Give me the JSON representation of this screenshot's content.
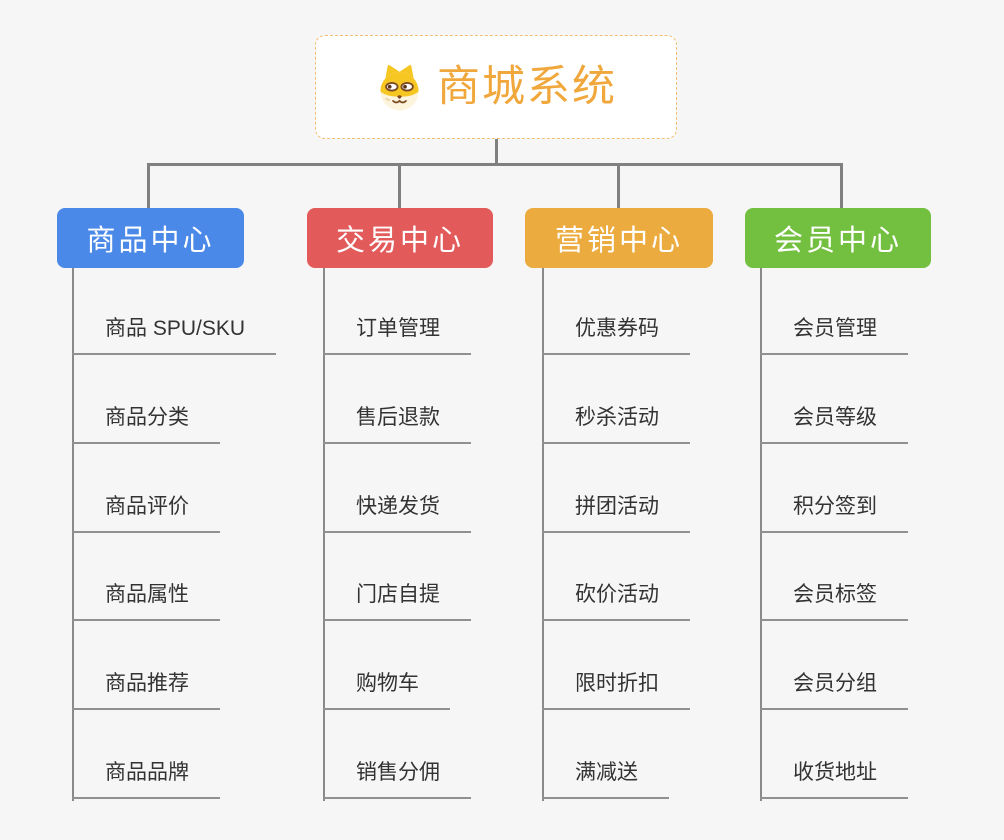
{
  "root": {
    "title": "商城系统",
    "icon": "doge-face-icon",
    "title_color": "#f0a73c",
    "border_color": "#f2bd6e",
    "background": "#ffffff"
  },
  "branches": [
    {
      "label": "商品中心",
      "color": "#4a89e8",
      "items": [
        "商品 SPU/SKU",
        "商品分类",
        "商品评价",
        "商品属性",
        "商品推荐",
        "商品品牌"
      ]
    },
    {
      "label": "交易中心",
      "color": "#e25a5a",
      "items": [
        "订单管理",
        "售后退款",
        "快递发货",
        "门店自提",
        "购物车",
        "销售分佣"
      ]
    },
    {
      "label": "营销中心",
      "color": "#ecab3f",
      "items": [
        "优惠券码",
        "秒杀活动",
        "拼团活动",
        "砍价活动",
        "限时折扣",
        "满减送"
      ]
    },
    {
      "label": "会员中心",
      "color": "#73bf40",
      "items": [
        "会员管理",
        "会员等级",
        "积分签到",
        "会员标签",
        "会员分组",
        "收货地址"
      ]
    }
  ],
  "style": {
    "canvas_background": "#f6f6f6",
    "connector_color": "#808080",
    "leaf_line_color": "#909090",
    "leaf_text_color": "#333333"
  }
}
